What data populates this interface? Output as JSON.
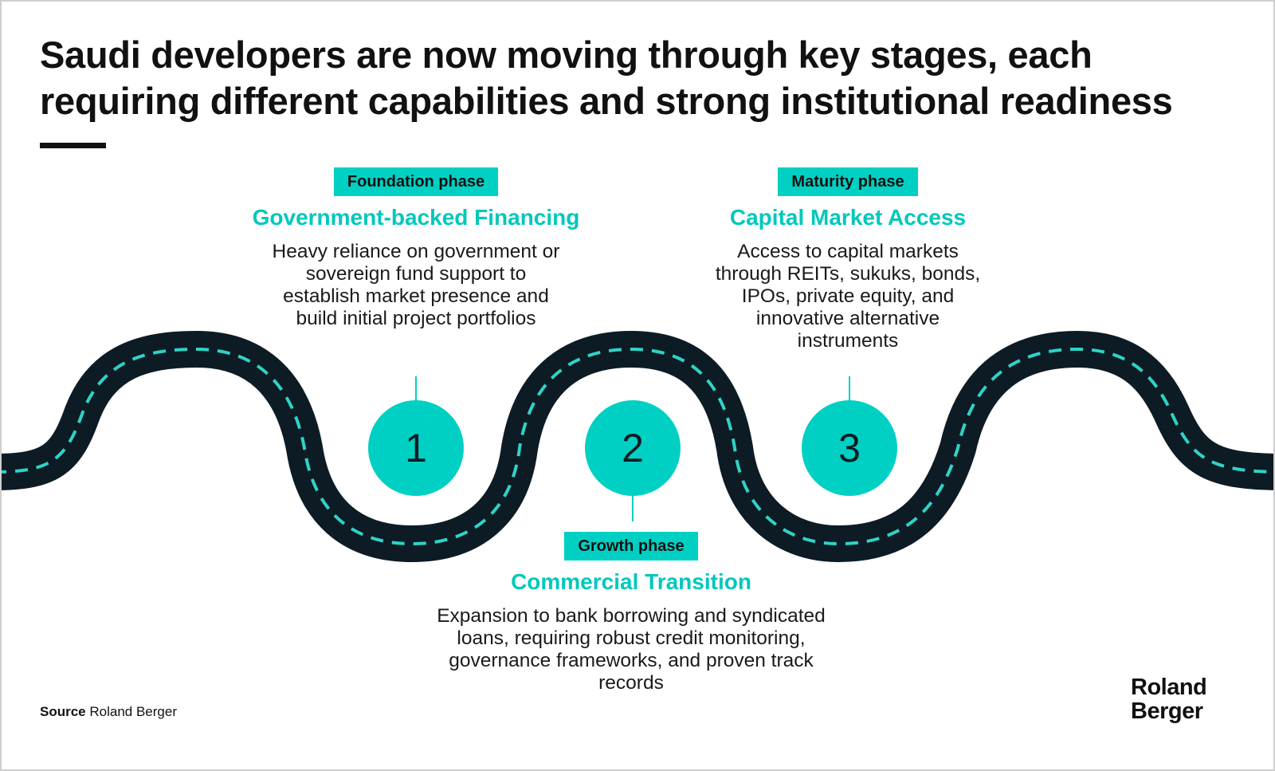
{
  "title": "Saudi developers are now moving through key stages, each requiring different capabilities and strong institutional readiness",
  "stages": [
    {
      "number": "1",
      "phase": "Foundation phase",
      "title": "Government-backed Financing",
      "description": "Heavy reliance on government or sovereign fund support to establish market presence and build initial project portfolios"
    },
    {
      "number": "2",
      "phase": "Growth phase",
      "title": "Commercial Transition",
      "description": "Expansion to bank borrowing and syndicated loans, requiring robust credit monitoring, governance frameworks, and proven track records"
    },
    {
      "number": "3",
      "phase": "Maturity phase",
      "title": "Capital Market Access",
      "description": "Access to capital markets through REITs, sukuks, bonds, IPOs, private equity, and innovative alternative instruments"
    }
  ],
  "source": {
    "label": "Source",
    "text": "Roland Berger"
  },
  "logo": {
    "line1": "Roland",
    "line2": "Berger"
  },
  "colors": {
    "accent": "#00d0c3",
    "road": "#0d1b24",
    "text": "#111111"
  }
}
